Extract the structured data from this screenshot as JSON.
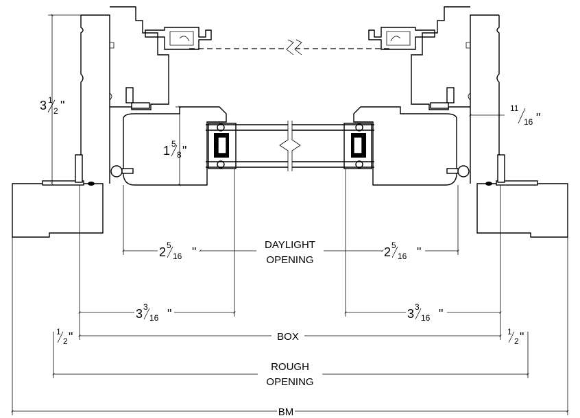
{
  "dimensions": {
    "head_height": {
      "whole": "3",
      "num": "1",
      "den": "2",
      "unit": "\""
    },
    "sash_face": {
      "whole": "1",
      "num": "5",
      "den": "8",
      "unit": "\""
    },
    "reveal": {
      "whole": "",
      "num": "11",
      "den": "16",
      "unit": "\""
    },
    "stile_left": {
      "whole": "2",
      "num": "5",
      "den": "16",
      "unit": "\""
    },
    "stile_right": {
      "whole": "2",
      "num": "5",
      "den": "16",
      "unit": "\""
    },
    "frame_left": {
      "whole": "3",
      "num": "3",
      "den": "16",
      "unit": "\""
    },
    "frame_right": {
      "whole": "3",
      "num": "3",
      "den": "16",
      "unit": "\""
    },
    "gap_left": {
      "whole": "",
      "num": "1",
      "den": "2",
      "unit": "\""
    },
    "gap_right": {
      "whole": "",
      "num": "1",
      "den": "2",
      "unit": "\""
    }
  },
  "labels": {
    "daylight_1": "DAYLIGHT",
    "daylight_2": "OPENING",
    "box": "BOX",
    "rough_1": "ROUGH",
    "rough_2": "OPENING",
    "bm": "BM"
  }
}
